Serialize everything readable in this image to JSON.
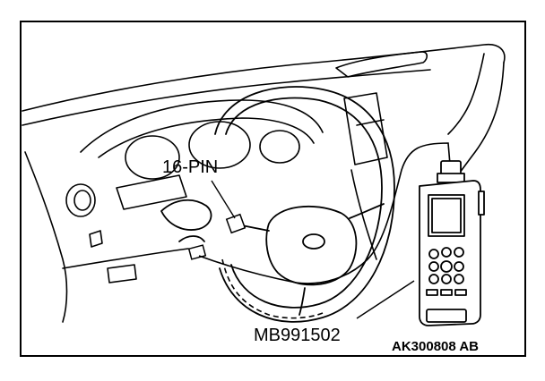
{
  "labels": {
    "connector": "16-PIN",
    "tool_part_number": "MB991502",
    "figure_code": "AK300808 AB"
  },
  "icons": [
    "dashboard-drawing",
    "steering-wheel",
    "diagnostic-connector",
    "scan-tool"
  ],
  "colors": {
    "line": "#000000",
    "background": "#ffffff"
  }
}
